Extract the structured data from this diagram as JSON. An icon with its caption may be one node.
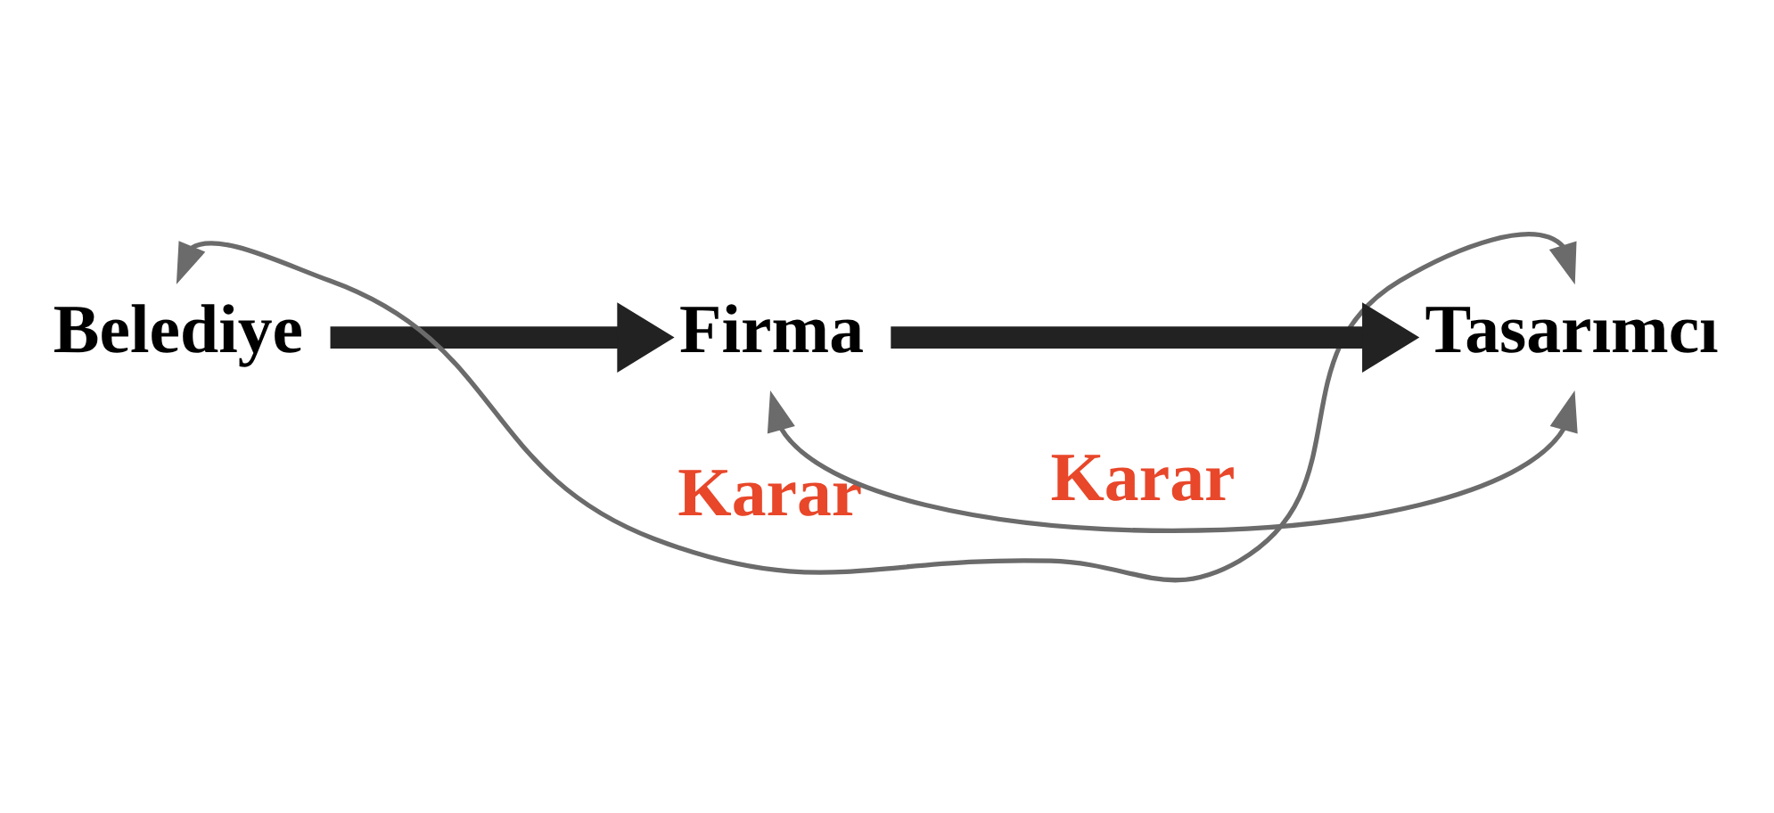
{
  "diagram": {
    "nodes": [
      {
        "text": [
          "Belediye"
        ]
      },
      {
        "text": [
          "Firma"
        ]
      },
      {
        "text": [
          "Tasarımcı"
        ]
      }
    ],
    "edges": [
      {
        "from": 0,
        "to": 1,
        "arrow": "to",
        "style": "thick"
      },
      {
        "from": 1,
        "to": 2,
        "arrow": "to",
        "style": "thick"
      },
      {
        "from": 0,
        "to": 2,
        "arrow": "both",
        "label": "Karar",
        "color": "#6b6b6b"
      },
      {
        "from": 1,
        "to": 2,
        "arrow": "both",
        "label": "Karar",
        "color": "#6b6b6b"
      }
    ]
  }
}
